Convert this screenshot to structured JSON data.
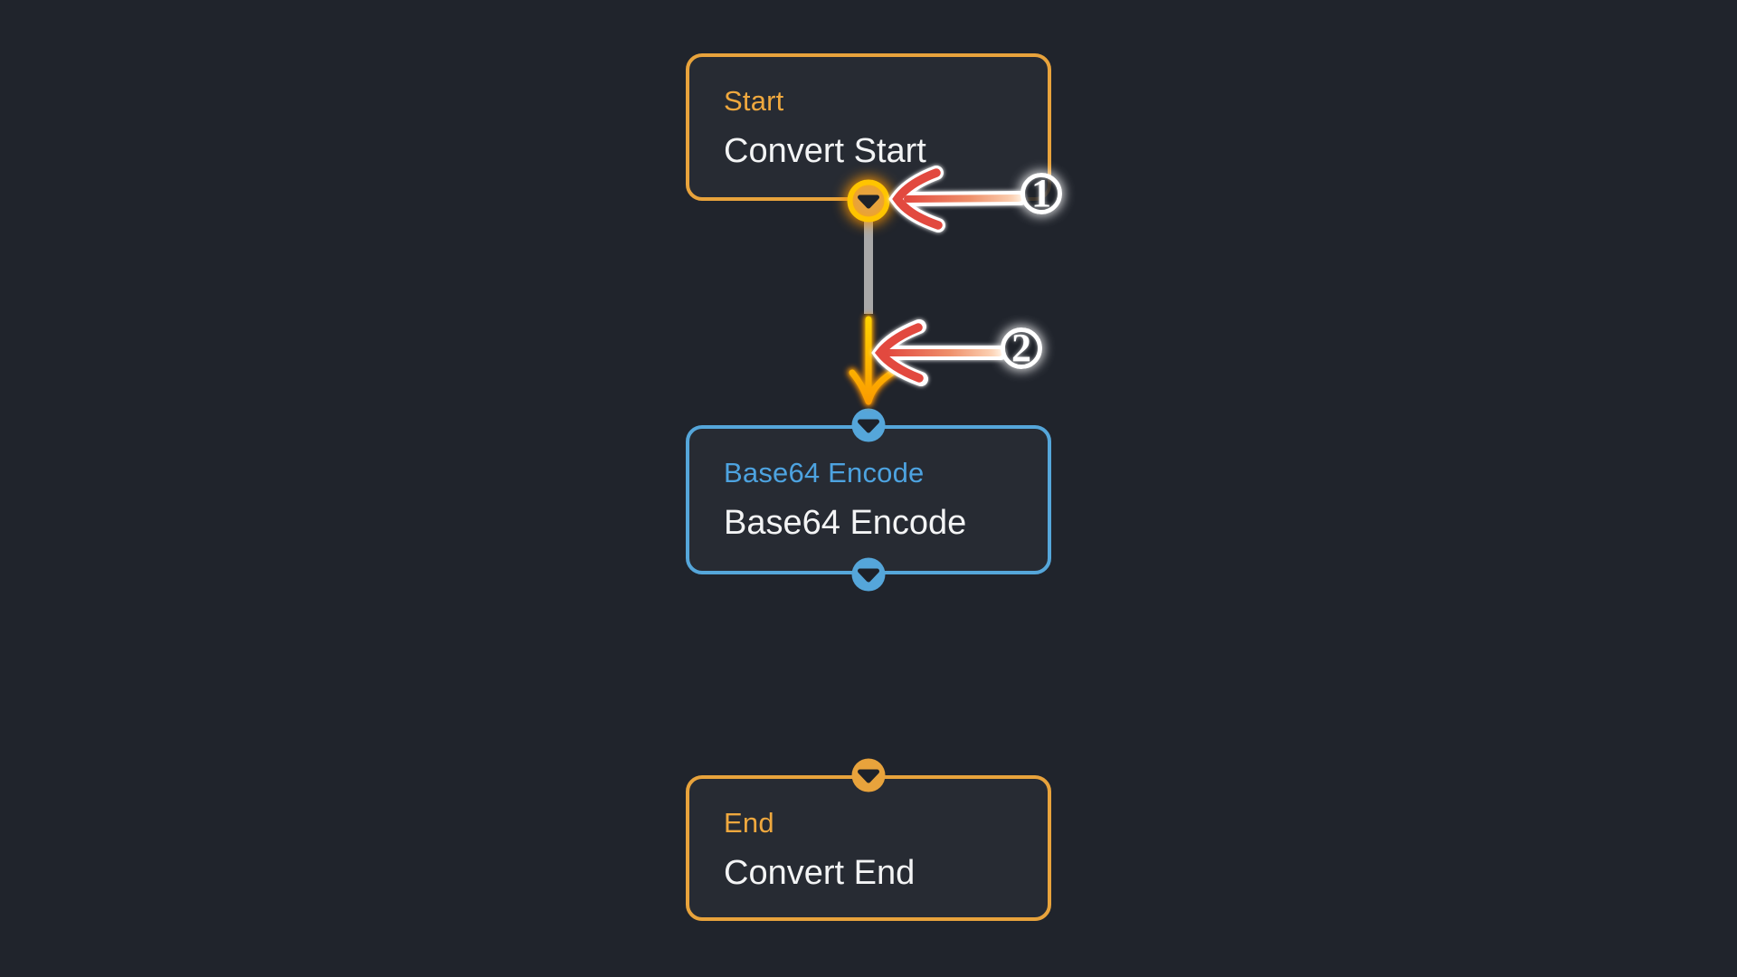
{
  "canvas": {
    "background": "#20242c",
    "node_background": "#272b33"
  },
  "nodes": [
    {
      "id": "start",
      "title": "Start",
      "subtitle": "Convert Start",
      "accent": "#e8a33c",
      "title_color": "#efa83e",
      "output_port": "bottom",
      "output_port_state": "highlighted"
    },
    {
      "id": "base64-encode",
      "title": "Base64 Encode",
      "subtitle": "Base64 Encode",
      "accent": "#55a6da",
      "title_color": "#4da3e0",
      "input_port": "top",
      "output_port": "bottom"
    },
    {
      "id": "end",
      "title": "End",
      "subtitle": "Convert End",
      "accent": "#e8a33c",
      "title_color": "#efa83e",
      "input_port": "top"
    }
  ],
  "edge": {
    "from": "start",
    "to": "base64-encode",
    "line_color": "#a9a9a9",
    "drag_arrow_color_top": "#ffd200",
    "drag_arrow_color_tip": "#fb9b00",
    "highlight_ring_color": "#ffc400"
  },
  "annotations": [
    {
      "number": "1",
      "arrow_color": "#e2493f",
      "points_at": "start-output-port"
    },
    {
      "number": "2",
      "arrow_color": "#e2493f",
      "points_at": "connection-drag-arrow"
    }
  ]
}
